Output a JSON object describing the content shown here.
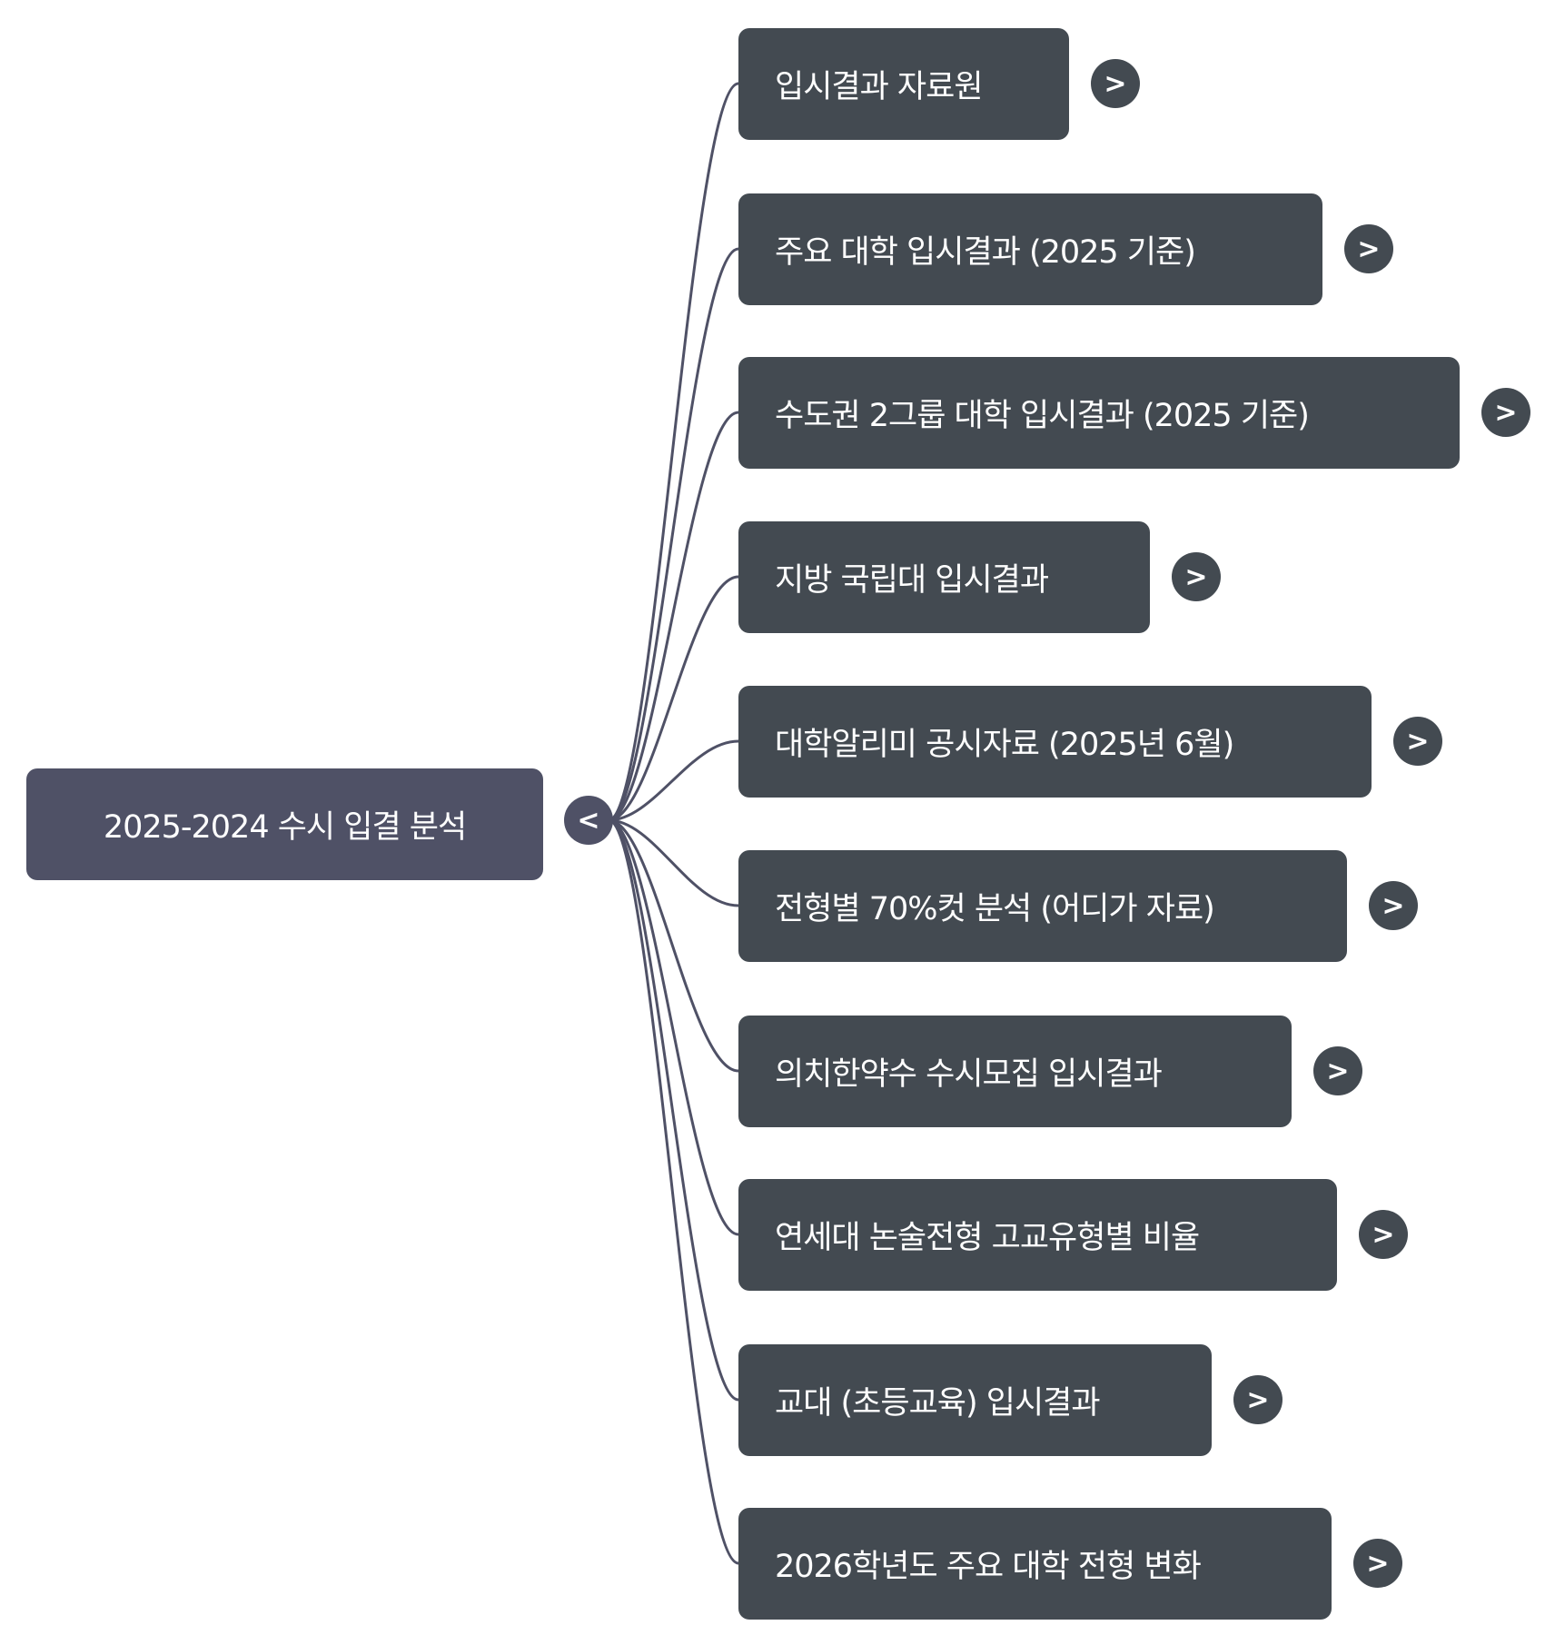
{
  "root": {
    "label": "2025-2024 수시 입결 분석",
    "toggle": "<",
    "color": "#4f5166"
  },
  "child_color": "#434a51",
  "line_color": "#4f5166",
  "children": [
    {
      "label": "입시결과 자료원",
      "toggle": ">"
    },
    {
      "label": "주요 대학 입시결과 (2025 기준)",
      "toggle": ">"
    },
    {
      "label": "수도권 2그룹 대학 입시결과 (2025 기준)",
      "toggle": ">"
    },
    {
      "label": "지방 국립대 입시결과",
      "toggle": ">"
    },
    {
      "label": "대학알리미 공시자료 (2025년 6월)",
      "toggle": ">"
    },
    {
      "label": "전형별 70%컷 분석 (어디가 자료)",
      "toggle": ">"
    },
    {
      "label": "의치한약수 수시모집 입시결과",
      "toggle": ">"
    },
    {
      "label": "연세대 논술전형 고교유형별 비율",
      "toggle": ">"
    },
    {
      "label": "교대 (초등교육) 입시결과",
      "toggle": ">"
    },
    {
      "label": "2026학년도 주요 대학 전형 변화",
      "toggle": ">"
    }
  ]
}
